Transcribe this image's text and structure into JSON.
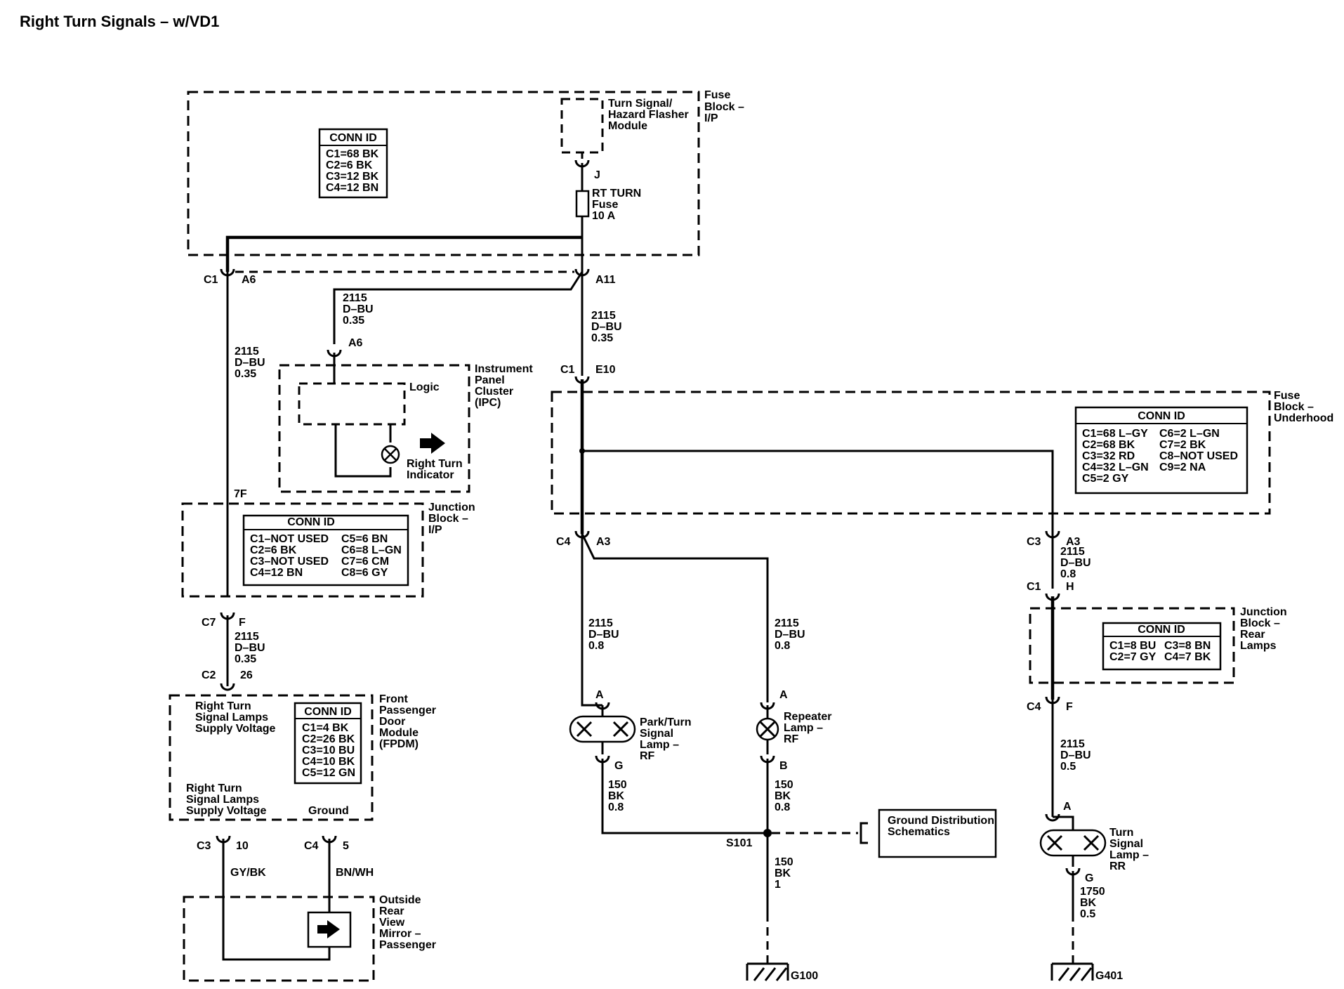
{
  "title": "Right Turn Signals – w/VD1",
  "fuse_block_ip": {
    "label": [
      "Fuse",
      "Block –",
      "I/P"
    ],
    "conn_id": {
      "header": "CONN ID",
      "rows": [
        "C1=68 BK",
        "C2=6 BK",
        "C3=12 BK",
        "C4=12 BN"
      ]
    },
    "flasher_label": [
      "Turn Signal/",
      "Hazard Flasher",
      "Module"
    ],
    "flasher_pin": "J",
    "fuse_label": [
      "RT TURN",
      "Fuse",
      "10 A"
    ]
  },
  "connectors": {
    "c1_a6": [
      "C1",
      "A6"
    ],
    "a11": "A11",
    "ipc_a6": "A6",
    "c1_e10": [
      "C1",
      "E10"
    ],
    "jb_7f": "7F",
    "c7_f": [
      "C7",
      "F"
    ],
    "c2_26": [
      "C2",
      "26"
    ],
    "c4_a3": [
      "C4",
      "A3"
    ],
    "c3_a3": [
      "C3",
      "A3"
    ],
    "c1_h": [
      "C1",
      "H"
    ],
    "c4_f": [
      "C4",
      "F"
    ],
    "c3_10": [
      "C3",
      "10"
    ],
    "c4_5": [
      "C4",
      "5"
    ]
  },
  "wires": {
    "w_ipc": [
      "2115",
      "D–BU",
      "0.35"
    ],
    "w_left": [
      "2115",
      "D–BU",
      "0.35"
    ],
    "w_center": [
      "2115",
      "D–BU",
      "0.35"
    ],
    "w_fpdm": [
      "2115",
      "D–BU",
      "0.35"
    ],
    "w_park": [
      "2115",
      "D–BU",
      "0.8"
    ],
    "w_repeater": [
      "2115",
      "D–BU",
      "0.8"
    ],
    "w_rear_top": [
      "2115",
      "D–BU",
      "0.8"
    ],
    "w_rear_bottom": [
      "2115",
      "D–BU",
      "0.5"
    ],
    "w_gnd_park": [
      "150",
      "BK",
      "0.8"
    ],
    "w_gnd_rep": [
      "150",
      "BK",
      "0.8"
    ],
    "w_gnd_main": [
      "150",
      "BK",
      "1"
    ],
    "w_gnd_rear": [
      "1750",
      "BK",
      "0.5"
    ],
    "w_gybk": "GY/BK",
    "w_bnwh": "BN/WH"
  },
  "ipc": {
    "label": [
      "Instrument",
      "Panel",
      "Cluster",
      "(IPC)"
    ],
    "logic": "Logic",
    "indicator": [
      "Right Turn",
      "Indicator"
    ]
  },
  "junction_block_ip": {
    "label": [
      "Junction",
      "Block –",
      "I/P"
    ],
    "conn_id": {
      "header": "CONN ID",
      "col1": [
        "C1–NOT USED",
        "C2=6 BK",
        "C3–NOT USED",
        "C4=12 BN"
      ],
      "col2": [
        "C5=6 BN",
        "C6=8 L–GN",
        "C7=6 CM",
        "C8=6 GY"
      ]
    }
  },
  "fpdm": {
    "label": [
      "Front",
      "Passenger",
      "Door",
      "Module",
      "(FPDM)"
    ],
    "supply_top": [
      "Right Turn",
      "Signal Lamps",
      "Supply Voltage"
    ],
    "supply_bottom": [
      "Right Turn",
      "Signal Lamps",
      "Supply Voltage"
    ],
    "ground": "Ground",
    "conn_id": {
      "header": "CONN ID",
      "rows": [
        "C1=4 BK",
        "C2=26 BK",
        "C3=10 BU",
        "C4=10 BK",
        "C5=12 GN"
      ]
    }
  },
  "mirror": {
    "label": [
      "Outside",
      "Rear",
      "View",
      "Mirror –",
      "Passenger"
    ]
  },
  "fuse_block_uh": {
    "label": [
      "Fuse",
      "Block –",
      "Underhood"
    ],
    "conn_id": {
      "header": "CONN ID",
      "col1": [
        "C1=68 L–GY",
        "C2=68 BK",
        "C3=32 RD",
        "C4=32 L–GN",
        "C5=2 GY"
      ],
      "col2": [
        "C6=2 L–GN",
        "C7=2 BK",
        "C8–NOT USED",
        "C9=2 NA"
      ]
    }
  },
  "park_lamp": {
    "label": [
      "Park/Turn",
      "Signal",
      "Lamp –",
      "RF"
    ],
    "pin_top": "A",
    "pin_bottom": "G"
  },
  "repeater_lamp": {
    "label": [
      "Repeater",
      "Lamp –",
      "RF"
    ],
    "pin_top": "A",
    "pin_bottom": "B"
  },
  "splice": "S101",
  "ground_dist": [
    "Ground Distribution",
    "Schematics"
  ],
  "ground_g100": "G100",
  "junction_block_rear": {
    "label": [
      "Junction",
      "Block –",
      "Rear",
      "Lamps"
    ],
    "conn_id": {
      "header": "CONN ID",
      "col1": [
        "C1=8 BU",
        "C2=7 GY"
      ],
      "col2": [
        "C3=8 BN",
        "C4=7 BK"
      ]
    }
  },
  "rear_lamp": {
    "label": [
      "Turn",
      "Signal",
      "Lamp –",
      "RR"
    ],
    "pin_top": "A",
    "pin_bottom": "G"
  },
  "ground_g401": "G401"
}
